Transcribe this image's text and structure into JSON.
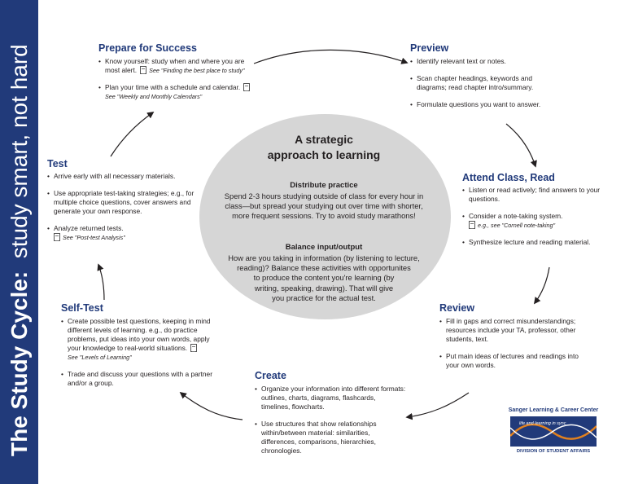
{
  "sidebar": {
    "title_bold": "The Study Cycle:",
    "title_light": "study smart, not hard"
  },
  "center": {
    "title_line1": "A strategic",
    "title_line2": "approach to learning",
    "practice_heading": "Distribute practice",
    "practice_lines": [
      "Spend 2-3 hours studying outside of class for every hour in",
      "class—but spread your studying out over time with shorter,",
      "more frequent sessions. Try to avoid study marathons!"
    ],
    "balance_heading": "Balance input/output",
    "balance_lines": [
      "How are you taking in information (by listening to lecture,",
      "reading)? Balance these activities with opportunites",
      "to produce the content you're learning (by",
      "writing, speaking, drawing). That will give",
      "you practice for the actual test."
    ]
  },
  "prepare": {
    "title": "Prepare for Success",
    "item1_text": "Know yourself: study when and where you are most alert.",
    "item1_ref": "See \"Finding the best place to study\"",
    "item2_text": "Plan your time with a schedule and calendar.",
    "item2_ref": "See \"Weekly and Monthly Calendars\""
  },
  "preview": {
    "title": "Preview",
    "items": [
      "Identify relevant text or notes.",
      "Scan chapter headings, keywords and diagrams; read chapter intro/summary.",
      "Formulate questions you want to answer."
    ]
  },
  "attend": {
    "title": "Attend Class, Read",
    "item1": "Listen or read actively; find answers to your questions.",
    "item2_text": "Consider a note-taking system.",
    "item2_ref": "e.g., see \"Cornell note-taking\"",
    "item3": "Synthesize lecture and reading material."
  },
  "review": {
    "title": "Review",
    "items": [
      "Fill in gaps and correct misunderstandings; resources include your TA, professor, other students, text.",
      "Put main ideas of lectures and readings into your own words."
    ]
  },
  "create": {
    "title": "Create",
    "items": [
      "Organize your information into different formats: outlines, charts, diagrams, flashcards, timelines, flowcharts.",
      "Use structures that show relationships within/between material: similarities, differences, comparisons, hierarchies, chronologies."
    ]
  },
  "selftest": {
    "title": "Self-Test",
    "item1_text": "Create possible test questions, keeping in mind different levels of learning. e.g., do practice problems, put ideas into your own words, apply your knowledge to real-world situations.",
    "item1_ref": "See \"Levels of Learning\"",
    "item2": "Trade and discuss your questions with a partner and/or a group."
  },
  "test": {
    "title": "Test",
    "item1": "Arrive early with all necessary materials.",
    "item2": "Use appropriate test-taking strategies; e.g., for multiple choice questions, cover answers and generate your own response.",
    "item3_text": "Analyze returned tests.",
    "item3_ref": "See \"Post-test Analysis\""
  },
  "logo": {
    "name": "Sanger Learning & Career Center",
    "tagline": "life and learning in sync",
    "division": "DIVISION OF STUDENT AFFAIRS"
  },
  "colors": {
    "navy": "#213a7a",
    "orange": "#e0801f",
    "ellipse": "#d6d6d6",
    "text": "#231f20"
  }
}
